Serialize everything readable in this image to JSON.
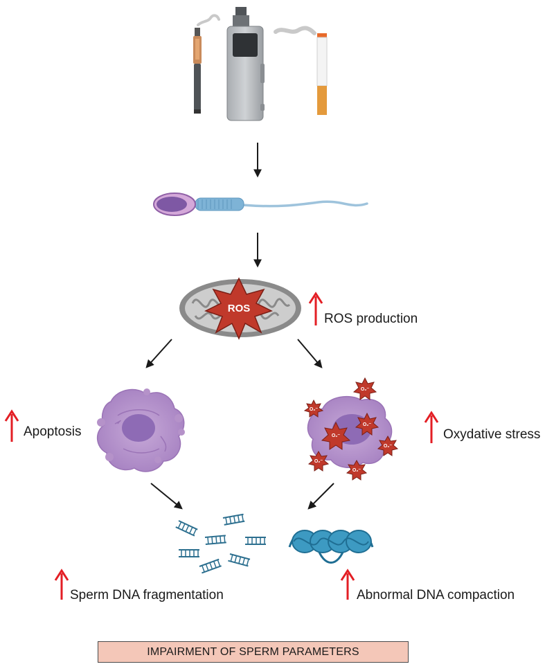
{
  "labels": {
    "ros_burst": "ROS",
    "ros_production": "ROS production",
    "apoptosis": "Apoptosis",
    "oxidative_stress": "Oxydative stress",
    "dna_fragmentation": "Sperm DNA fragmentation",
    "dna_compaction": "Abnormal DNA compaction",
    "superoxide": "O₂⁻",
    "result": "IMPAIRMENT OF SPERM PARAMETERS"
  },
  "colors": {
    "increase_arrow": "#e31e24",
    "ros_burst": "#c0392b",
    "cell_purple": "#b592c9",
    "nucleus_purple": "#8e6bb5",
    "dna_blue": "#2f8fb4",
    "result_box": "#f4c7b8",
    "flow_arrow": "#1a1a1a"
  },
  "icons": [
    "e-cigarette-pen-icon",
    "vape-box-mod-icon",
    "cigarette-icon",
    "sperm-cell-icon",
    "mitochondrion-icon",
    "apoptotic-cell-icon",
    "oxidative-stress-cell-icon",
    "dna-fragments-icon",
    "compacted-chromatin-icon"
  ]
}
